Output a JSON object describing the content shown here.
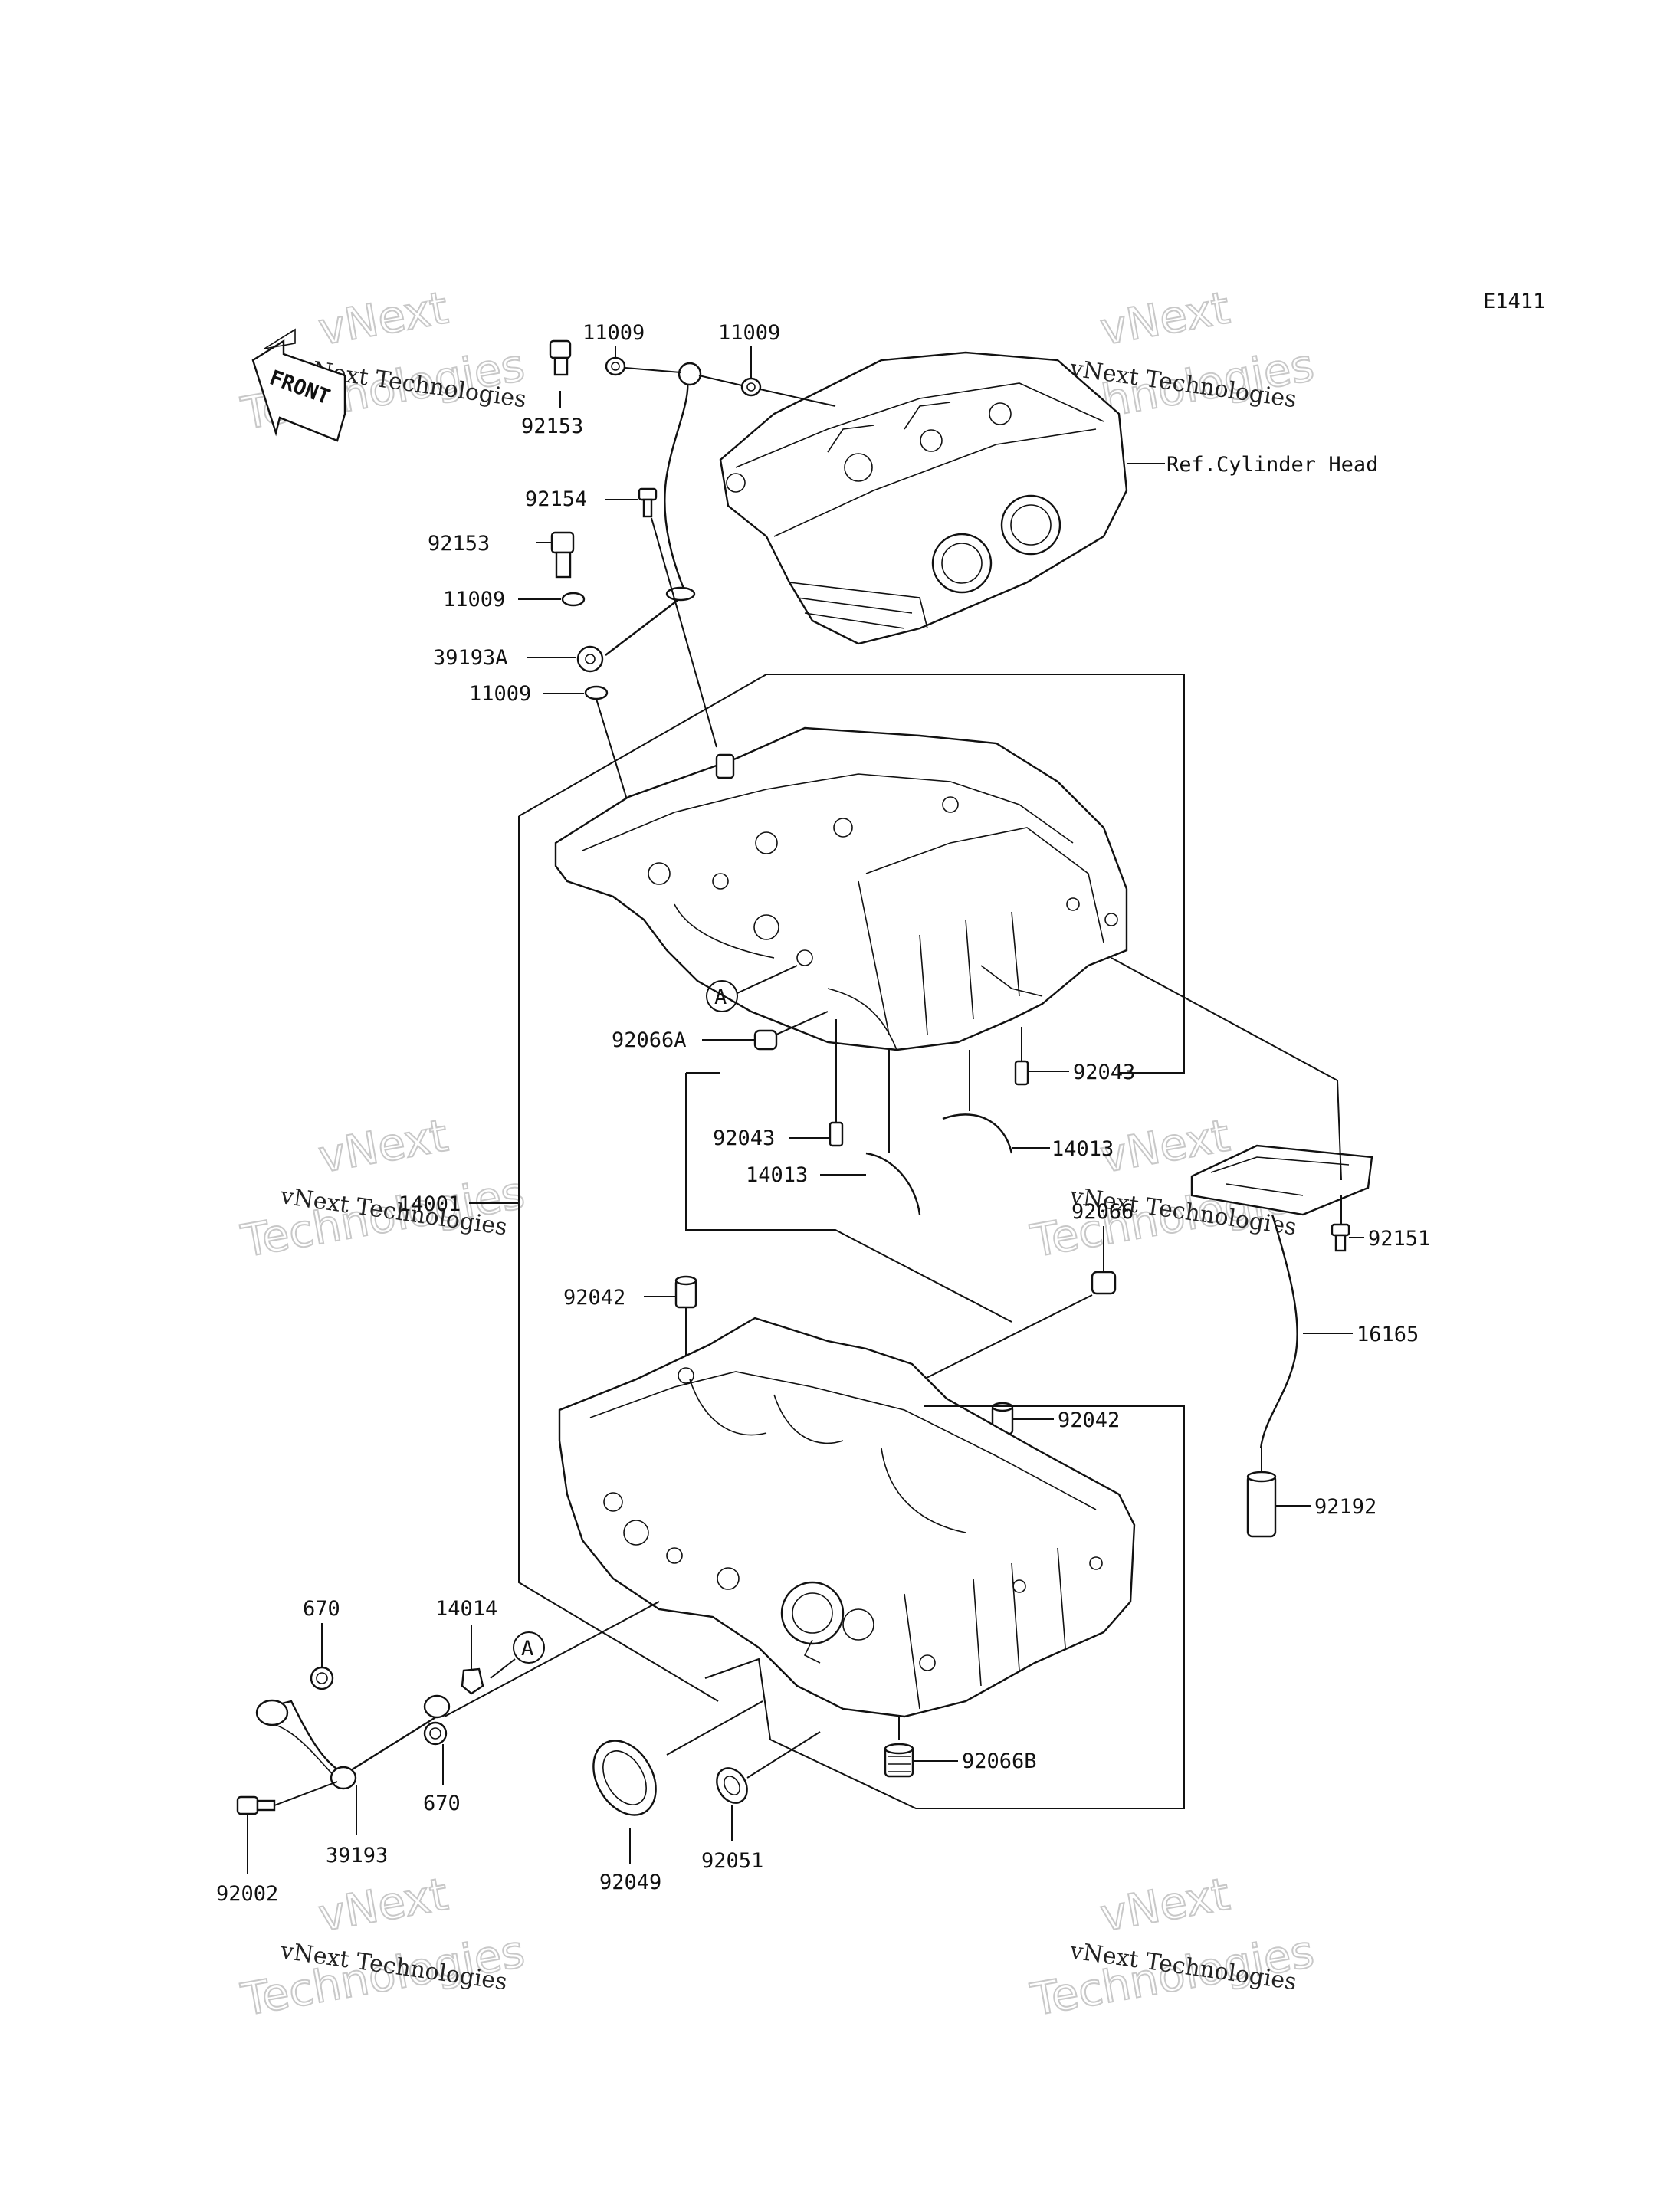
{
  "diagram_code": "E1411",
  "front_label": "FRONT",
  "ref_label": "Ref.Cylinder Head",
  "watermark_small": "vNext Technologies",
  "watermark_large_1": "vNext",
  "watermark_large_2": "Technologies",
  "callout_a": "A",
  "part_labels": {
    "p11009_top_a": "11009",
    "p11009_top_b": "11009",
    "p92153_top": "92153",
    "p92154": "92154",
    "p92153_mid": "92153",
    "p11009_mid_a": "11009",
    "p39193A": "39193A",
    "p11009_mid_b": "11009",
    "p92066A": "92066A",
    "p92043_left": "92043",
    "p92043_right": "92043",
    "p14013_left": "14013",
    "p14013_right": "14013",
    "p14001": "14001",
    "p92066": "92066",
    "p92151": "92151",
    "p92042_left": "92042",
    "p92042_right": "92042",
    "p16165": "16165",
    "p92192": "92192",
    "p670_top": "670",
    "p14014": "14014",
    "p670_bottom": "670",
    "p39193": "39193",
    "p92002": "92002",
    "p92049": "92049",
    "p92051": "92051",
    "p92066B": "92066B"
  }
}
